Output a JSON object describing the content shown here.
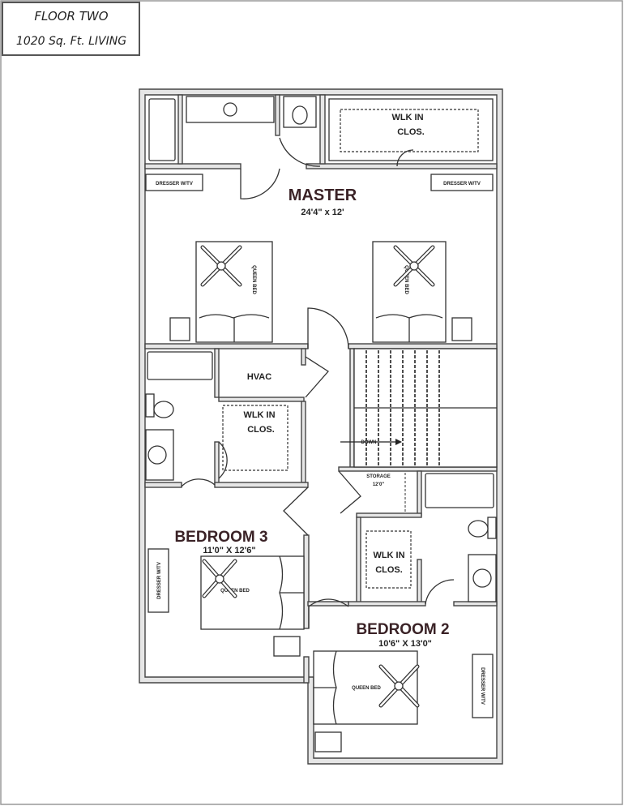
{
  "title_block": {
    "line1": "FLOOR TWO",
    "line2": "1020 Sq. Ft. LIVING"
  },
  "rooms": {
    "master": {
      "name": "MASTER",
      "size": "24'4\" x 12'"
    },
    "bedroom3": {
      "name": "BEDROOM 3",
      "size": "11'0\" X 12'6\""
    },
    "bedroom2": {
      "name": "BEDROOM 2",
      "size": "10'6\" X 13'0\""
    },
    "hvac": "HVAC",
    "master_closet": {
      "line1": "WLK IN",
      "line2": "CLOS."
    },
    "hall_closet": {
      "line1": "WLK IN",
      "line2": "CLOS."
    },
    "bed2_closet": {
      "line1": "WLK IN",
      "line2": "CLOS."
    },
    "storage": {
      "line1": "STORAGE",
      "line2": "12'0\""
    }
  },
  "furniture": {
    "dresser": "DRESSER W/TV",
    "queen_bed": "QUEEN BED",
    "stairs": "DOWN"
  }
}
